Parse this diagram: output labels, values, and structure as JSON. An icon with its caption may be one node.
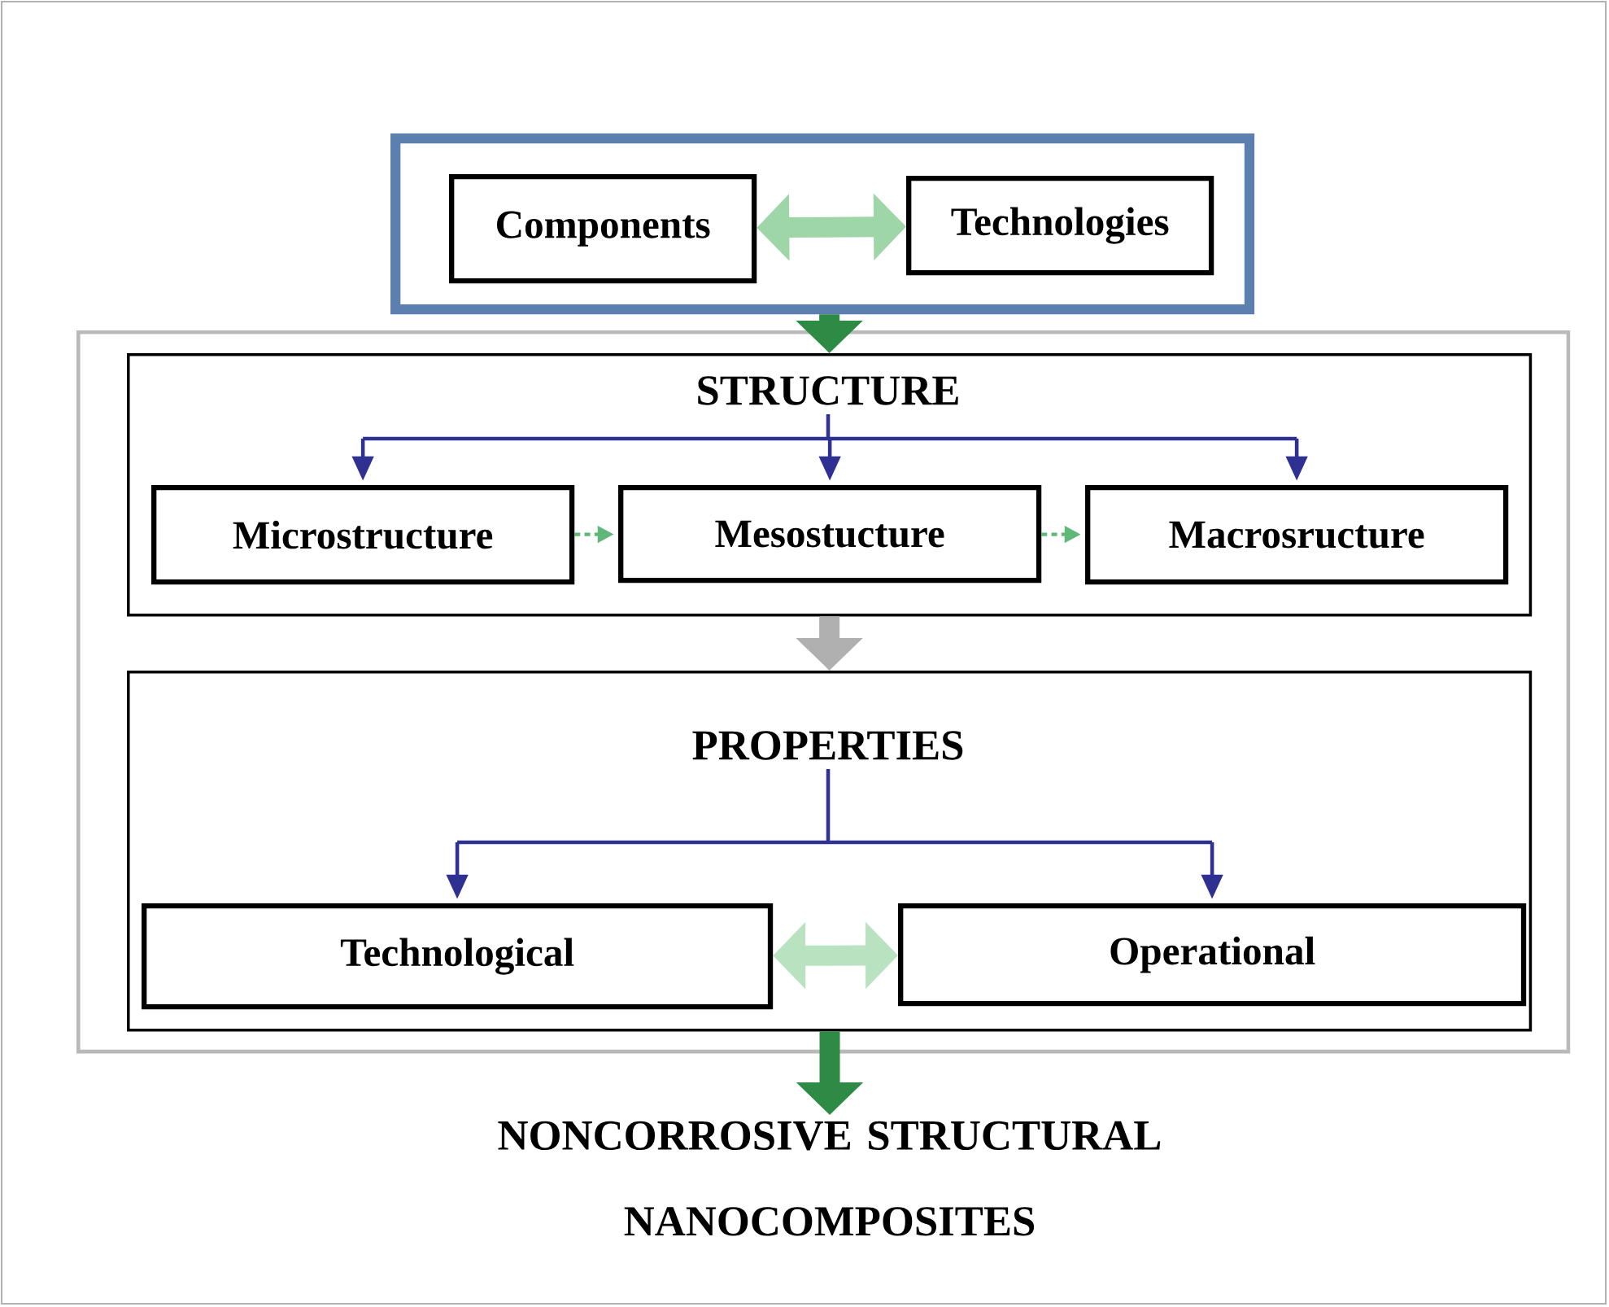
{
  "diagram": {
    "nodes": [
      {
        "text": [],
        "shape": "box"
      },
      {
        "text": [
          "Components"
        ],
        "in": 0
      },
      {
        "text": [
          "Technologies"
        ],
        "in": 0
      },
      {
        "text": [],
        "shape": "box"
      },
      {
        "text": [
          "STRUCTURE"
        ],
        "in": 3
      },
      {
        "text": [
          "Microstructure"
        ],
        "in": 4
      },
      {
        "text": [
          "Mesostucture"
        ],
        "in": 4
      },
      {
        "text": [
          "Macrosructure"
        ],
        "in": 4
      },
      {
        "text": [
          "PROPERTIES"
        ],
        "in": 3
      },
      {
        "text": [
          "Technological"
        ],
        "in": 8
      },
      {
        "text": [
          "Operational"
        ],
        "in": 8
      },
      {
        "text": [
          "NONCORROSIVE STRUCTURAL NANOCOMPOSITES"
        ]
      }
    ],
    "edges": [
      {
        "from": 1,
        "to": 2,
        "arrow": "both",
        "style": "thick",
        "color": "#9ed6a8"
      },
      {
        "from": 0,
        "to": 4,
        "arrow": "to",
        "style": "thick",
        "color": "#2e8b45"
      },
      {
        "from": 4,
        "to": 5,
        "arrow": "to",
        "color": "#2e3192"
      },
      {
        "from": 4,
        "to": 6,
        "arrow": "to",
        "color": "#2e3192"
      },
      {
        "from": 4,
        "to": 7,
        "arrow": "to",
        "color": "#2e3192"
      },
      {
        "from": 5,
        "to": 6,
        "arrow": "to",
        "style": "dashed",
        "color": "#5fb878"
      },
      {
        "from": 6,
        "to": 7,
        "arrow": "to",
        "style": "dashed",
        "color": "#5fb878"
      },
      {
        "from": 4,
        "to": 8,
        "arrow": "to",
        "style": "thick",
        "color": "#b0b0b0"
      },
      {
        "from": 8,
        "to": 9,
        "arrow": "to",
        "color": "#2e3192"
      },
      {
        "from": 8,
        "to": 10,
        "arrow": "to",
        "color": "#2e3192"
      },
      {
        "from": 9,
        "to": 10,
        "arrow": "both",
        "style": "thick",
        "color": "#b9e3c0"
      },
      {
        "from": 8,
        "to": 11,
        "arrow": "to",
        "style": "thick",
        "color": "#2e8b45"
      }
    ]
  }
}
